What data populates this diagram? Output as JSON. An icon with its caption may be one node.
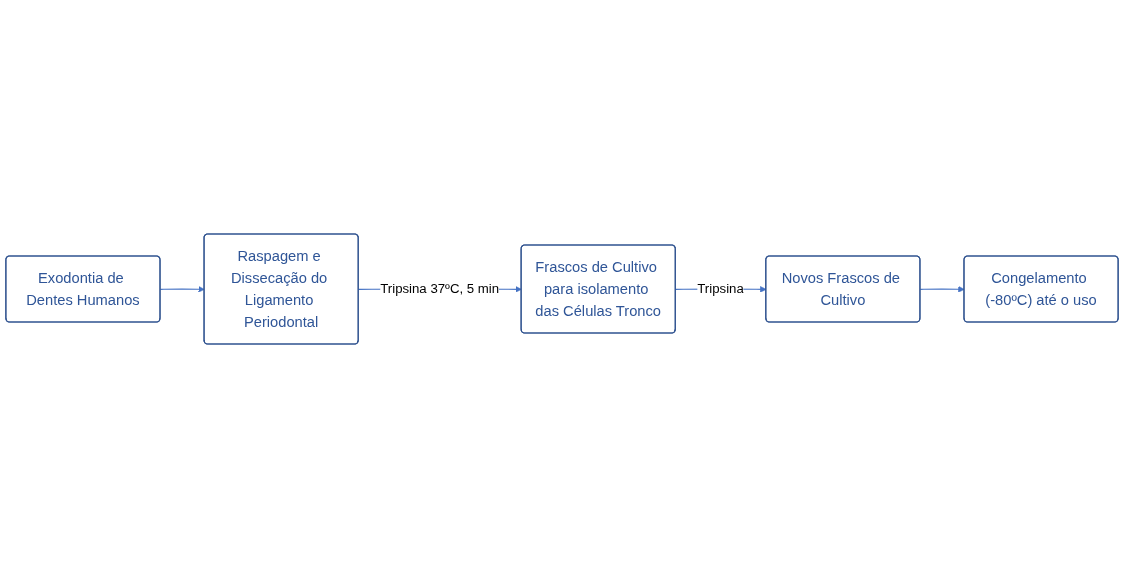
{
  "diagram": {
    "nodes": [
      {
        "text": [
          "Exodontia de Dentes Humanos"
        ]
      },
      {
        "text": [
          "Raspagem e Dissecação do Ligamento Periodontal"
        ]
      },
      {
        "text": [
          "Frascos de Cultivo para isolamento das Células Tronco"
        ]
      },
      {
        "text": [
          "Novos Frascos de Cultivo"
        ]
      },
      {
        "text": [
          "Congelamento (-80ºC) até o uso"
        ]
      }
    ],
    "edges": [
      {
        "from": 0,
        "to": 1,
        "arrow": "to"
      },
      {
        "from": 1,
        "to": 2,
        "arrow": "to",
        "label": "Tripsina 37ºC, 5 min"
      },
      {
        "from": 2,
        "to": 3,
        "arrow": "to",
        "label": "Tripsina"
      },
      {
        "from": 3,
        "to": 4,
        "arrow": "to"
      }
    ]
  }
}
